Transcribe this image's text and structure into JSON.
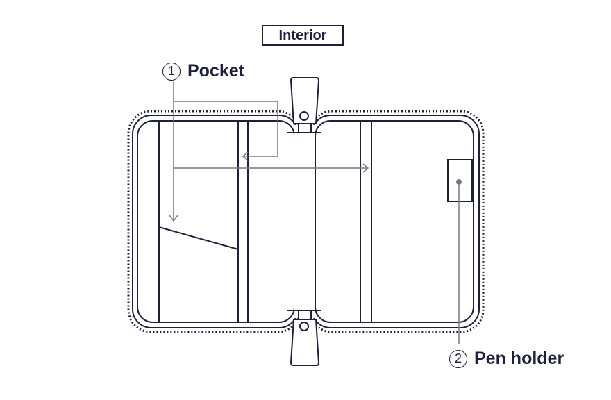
{
  "title": "Interior",
  "callouts": [
    {
      "number": "1",
      "label": "Pocket"
    },
    {
      "number": "2",
      "label": "Pen holder"
    }
  ],
  "colors": {
    "ink": "#1e1f3a",
    "leader": "#77778a"
  }
}
